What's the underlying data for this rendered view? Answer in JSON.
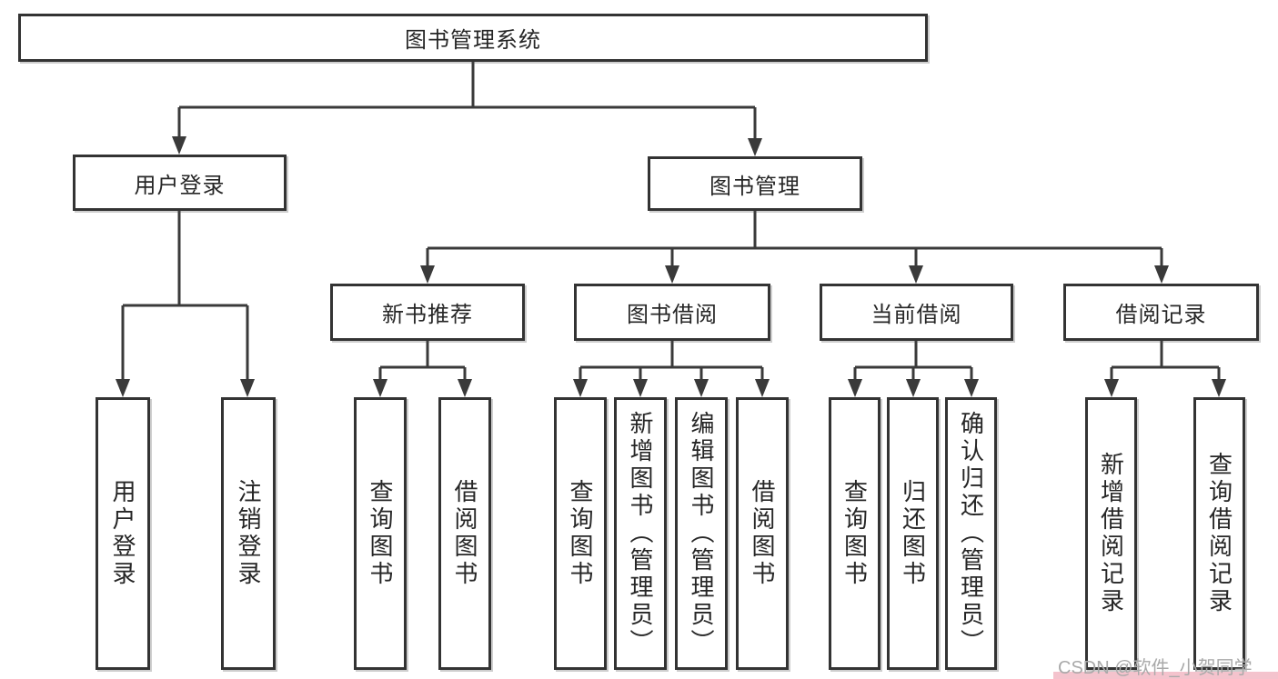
{
  "tree": {
    "root": {
      "label": "图书管理系统"
    },
    "user_login": {
      "label": "用户登录",
      "children": [
        {
          "label": "用户登录"
        },
        {
          "label": "注销登录"
        }
      ]
    },
    "book_mgmt": {
      "label": "图书管理",
      "sections": [
        {
          "label": "新书推荐",
          "children": [
            {
              "label": "查询图书"
            },
            {
              "label": "借阅图书"
            }
          ]
        },
        {
          "label": "图书借阅",
          "children": [
            {
              "label": "查询图书"
            },
            {
              "label": "新增图书（管理员）"
            },
            {
              "label": "编辑图书（管理员）"
            },
            {
              "label": "借阅图书"
            }
          ]
        },
        {
          "label": "当前借阅",
          "children": [
            {
              "label": "查询图书"
            },
            {
              "label": "归还图书"
            },
            {
              "label": "确认归还（管理员）"
            }
          ]
        },
        {
          "label": "借阅记录",
          "children": [
            {
              "label": "新增借阅记录"
            },
            {
              "label": "查询借阅记录"
            }
          ]
        }
      ]
    }
  },
  "watermark": {
    "text": "CSDN @软件_小贺同学"
  },
  "colors": {
    "border": "#333333",
    "line": "#3a3a3a",
    "text": "#262626",
    "watermark_text": "#a9a9a9",
    "watermark_strip": "#f4c3cd",
    "background": "#ffffff"
  }
}
